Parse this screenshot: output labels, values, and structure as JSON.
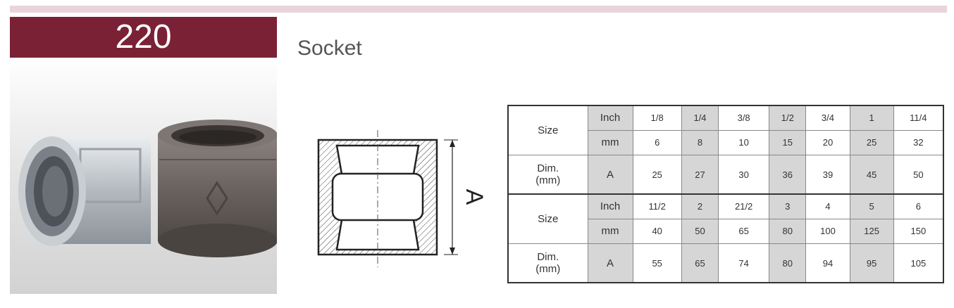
{
  "product": {
    "code": "220",
    "name": "Socket"
  },
  "drawing": {
    "dimension_label": "A"
  },
  "table": {
    "size_label": "Size",
    "dim_label_line1": "Dim.",
    "dim_label_line2": "(mm)",
    "inch_label": "Inch",
    "mm_label": "mm",
    "a_label": "A",
    "blocks": [
      {
        "inch": [
          "1/8",
          "1/4",
          "3/8",
          "1/2",
          "3/4",
          "1",
          "11/4"
        ],
        "mm": [
          "6",
          "8",
          "10",
          "15",
          "20",
          "25",
          "32"
        ],
        "a": [
          "25",
          "27",
          "30",
          "36",
          "39",
          "45",
          "50"
        ]
      },
      {
        "inch": [
          "11/2",
          "2",
          "21/2",
          "3",
          "4",
          "5",
          "6"
        ],
        "mm": [
          "40",
          "50",
          "65",
          "80",
          "100",
          "125",
          "150"
        ],
        "a": [
          "55",
          "65",
          "74",
          "80",
          "94",
          "95",
          "105"
        ]
      }
    ]
  }
}
